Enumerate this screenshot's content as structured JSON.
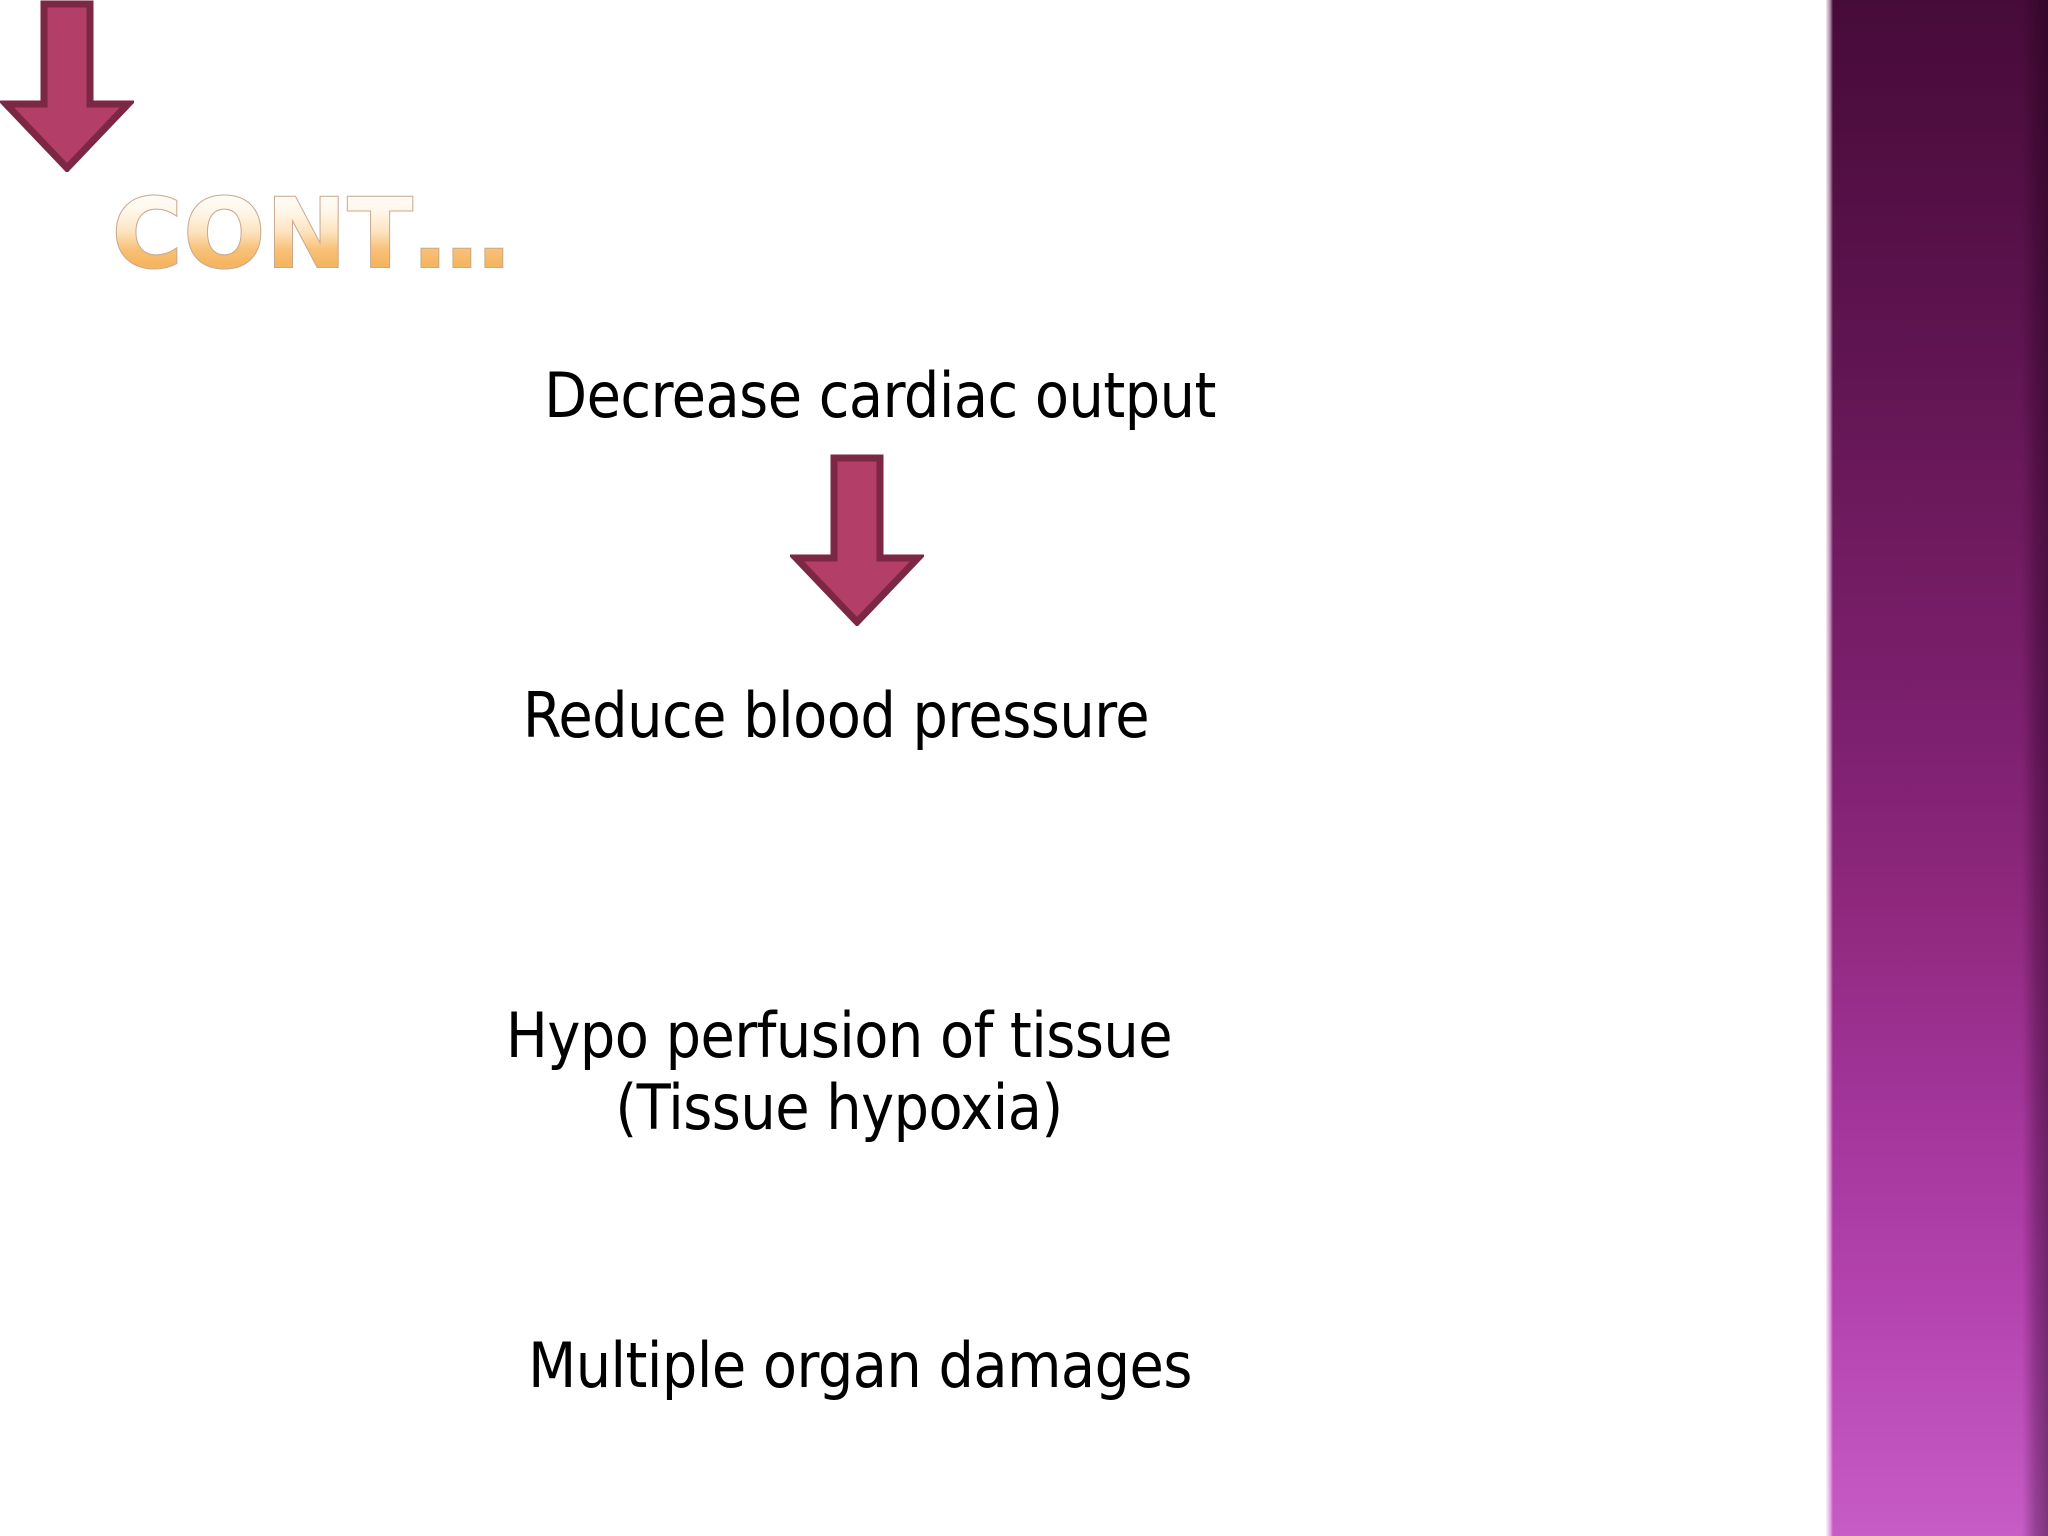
{
  "slide": {
    "title": "Cont…",
    "background_color": "#ffffff",
    "accent_color": "#B33E67",
    "accent_border_color": "#7C2743",
    "title_gradient_top": "#FFFFFF",
    "title_gradient_bottom": "#F5B45F",
    "band": {
      "name": "right-gradient-band",
      "gradient_top": "#470B3A",
      "gradient_bottom": "#C75CC6"
    },
    "flow": {
      "steps": [
        {
          "id": "step-1",
          "text": "Decrease cardiac output"
        },
        {
          "id": "step-2",
          "text": "Reduce blood pressure"
        },
        {
          "id": "step-3",
          "text": "Hypo perfusion of tissue\n(Tissue hypoxia)"
        },
        {
          "id": "step-4",
          "text": "Multiple organ damages"
        }
      ],
      "connectors": [
        {
          "id": "arrow-1",
          "icon": "arrow-down-icon"
        },
        {
          "id": "arrow-2",
          "icon": "arrow-down-icon"
        },
        {
          "id": "arrow-3",
          "icon": "arrow-down-icon"
        }
      ]
    }
  },
  "chart_data": {
    "type": "diagram",
    "title": "Cont…",
    "diagram_kind": "vertical-flowchart",
    "nodes": [
      "Decrease cardiac output",
      "Reduce blood pressure",
      "Hypo perfusion of tissue (Tissue hypoxia)",
      "Multiple organ damages"
    ],
    "edges": [
      {
        "from": "Decrease cardiac output",
        "to": "Reduce blood pressure",
        "style": "block-arrow-down"
      },
      {
        "from": "Reduce blood pressure",
        "to": "Hypo perfusion of tissue (Tissue hypoxia)",
        "style": "block-arrow-down"
      },
      {
        "from": "Hypo perfusion of tissue (Tissue hypoxia)",
        "to": "Multiple organ damages",
        "style": "block-arrow-down"
      }
    ]
  }
}
